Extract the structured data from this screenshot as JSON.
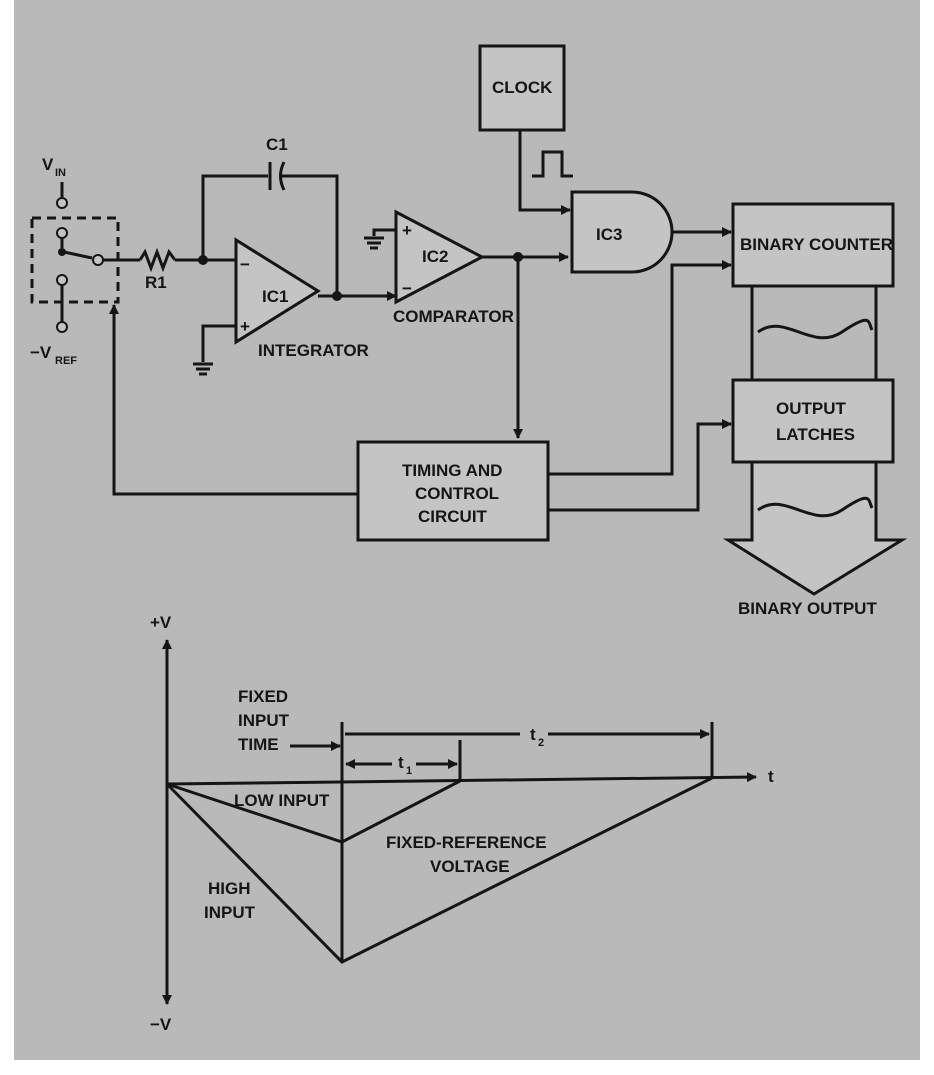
{
  "labels": {
    "vin": "V",
    "vin_sub": "IN",
    "vref": "−V",
    "vref_sub": "REF",
    "c1": "C1",
    "r1": "R1",
    "ic1": "IC1",
    "integrator": "INTEGRATOR",
    "ic2": "IC2",
    "comparator": "COMPARATOR",
    "clock": "CLOCK",
    "ic3": "IC3",
    "binary_counter": "BINARY COUNTER",
    "output_latches_1": "OUTPUT",
    "output_latches_2": "LATCHES",
    "timing_1": "TIMING AND",
    "timing_2": "CONTROL",
    "timing_3": "CIRCUIT",
    "binary_output": "BINARY OUTPUT",
    "minus": "−",
    "plus": "+"
  },
  "graph": {
    "plus_v": "+V",
    "minus_v": "−V",
    "t_axis": "t",
    "fixed_1": "FIXED",
    "fixed_2": "INPUT",
    "fixed_3": "TIME",
    "t1": "t",
    "t1_sub": "1",
    "t2": "t",
    "t2_sub": "2",
    "low_input": "LOW INPUT",
    "fixed_ref_1": "FIXED-REFERENCE",
    "fixed_ref_2": "VOLTAGE",
    "high_1": "HIGH",
    "high_2": "INPUT"
  },
  "colors": {
    "paper": "#b9b9b9",
    "ink": "#151515",
    "box_fill": "#c4c4c4"
  }
}
